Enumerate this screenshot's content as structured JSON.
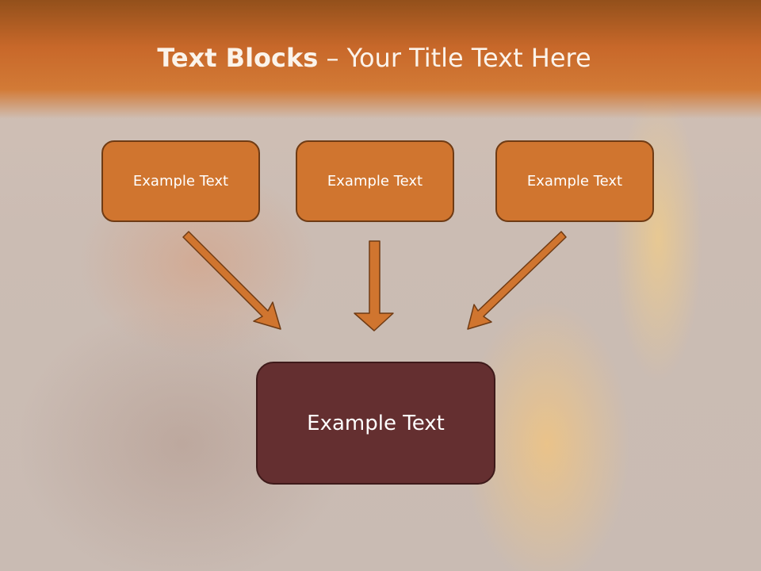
{
  "title": {
    "bold": "Text Blocks",
    "dash": " – ",
    "rest": "Your Title Text Here"
  },
  "blocks": [
    {
      "label": "Example Text"
    },
    {
      "label": "Example Text"
    },
    {
      "label": "Example Text"
    }
  ],
  "target": {
    "label": "Example Text"
  },
  "colors": {
    "header": "#d27a36",
    "box": "#d0752f",
    "box_border": "#6f3b14",
    "target_box": "#642f30",
    "arrow": "#d0752f"
  }
}
